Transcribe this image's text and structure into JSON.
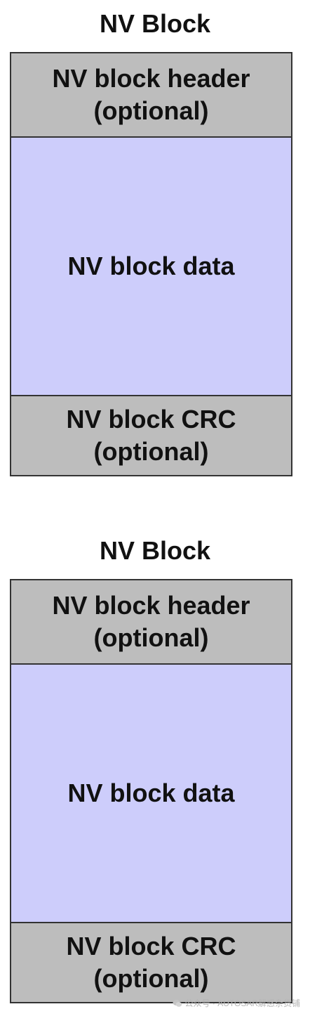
{
  "diagrams": [
    {
      "title": "NV Block",
      "header": {
        "line1": "NV block header",
        "line2": "(optional)"
      },
      "data": {
        "line1": "NV block data"
      },
      "crc": {
        "line1": "NV block CRC",
        "line2": "(optional)"
      }
    },
    {
      "title": "NV Block",
      "header": {
        "line1": "NV block header",
        "line2": "(optional)"
      },
      "data": {
        "line1": "NV block data"
      },
      "crc": {
        "line1": "NV block CRC",
        "line2": "(optional)"
      }
    }
  ],
  "colors": {
    "optional_section": "#bdbdbd",
    "data_section": "#cdcdfb",
    "border": "#333333"
  },
  "watermark": {
    "icon": "wechat-icon",
    "text": "公众号 · AUTOSAR解惑杂货铺"
  }
}
